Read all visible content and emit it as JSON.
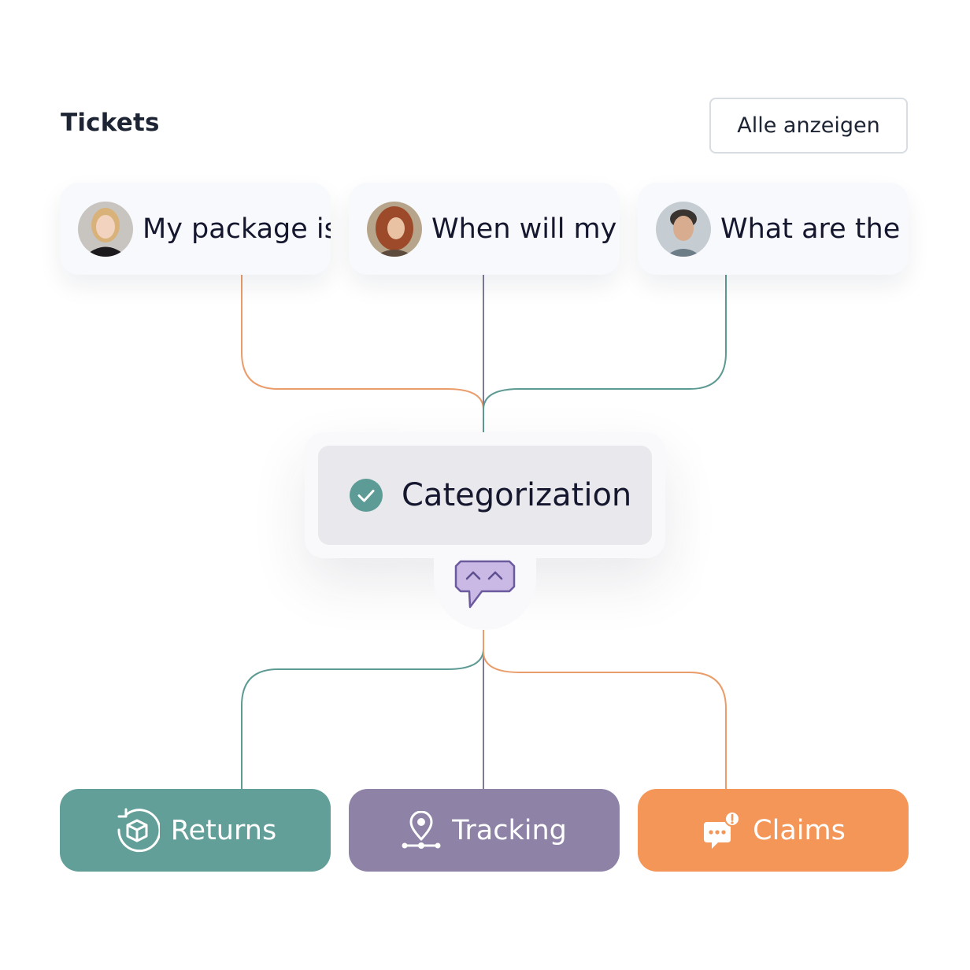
{
  "header": {
    "title": "Tickets",
    "show_all_label": "Alle anzeigen"
  },
  "tickets": [
    {
      "text": "My package is",
      "color": "#ea9c6a"
    },
    {
      "text": "When will my",
      "color": "#7d7b9b"
    },
    {
      "text": "What are the",
      "color": "#5d9a93"
    }
  ],
  "hub": {
    "label": "Categorization",
    "status": "check-circle-icon",
    "status_color": "#5d9c96",
    "bot_icon": "chat-bot-icon",
    "bot_color": "#c9b9e4"
  },
  "categories": [
    {
      "label": "Returns",
      "icon": "return-box-icon",
      "color": "#619f98"
    },
    {
      "label": "Tracking",
      "icon": "location-pin-icon",
      "color": "#8e83a6"
    },
    {
      "label": "Claims",
      "icon": "chat-alert-icon",
      "color": "#f39657"
    }
  ]
}
